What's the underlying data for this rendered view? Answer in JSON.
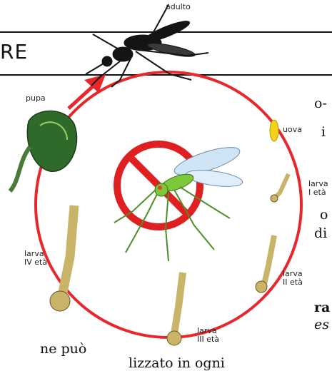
{
  "title_fragment": "RE",
  "background_text": {
    "line1": "o-",
    "line2": "i",
    "line3": "o",
    "line4": "di",
    "line5": "ra",
    "line6": "es",
    "line7": "ne può",
    "line8": "lizzato in ogni"
  },
  "labels": {
    "adult": "adulto",
    "pupa": "pupa",
    "eggs": "uova",
    "larva1": [
      "larva",
      "I età"
    ],
    "larva2": [
      "larva",
      "II età"
    ],
    "larva3": [
      "larva",
      "III età"
    ],
    "larva4": [
      "larva",
      "IV età"
    ]
  },
  "colors": {
    "cycle": "#e8262b",
    "prohibition": "#e02020",
    "egg": "#f2d21c",
    "larva": "#c9b46a",
    "pupa": "#2e6b2a",
    "mosquito_body": "#7cc83a"
  }
}
